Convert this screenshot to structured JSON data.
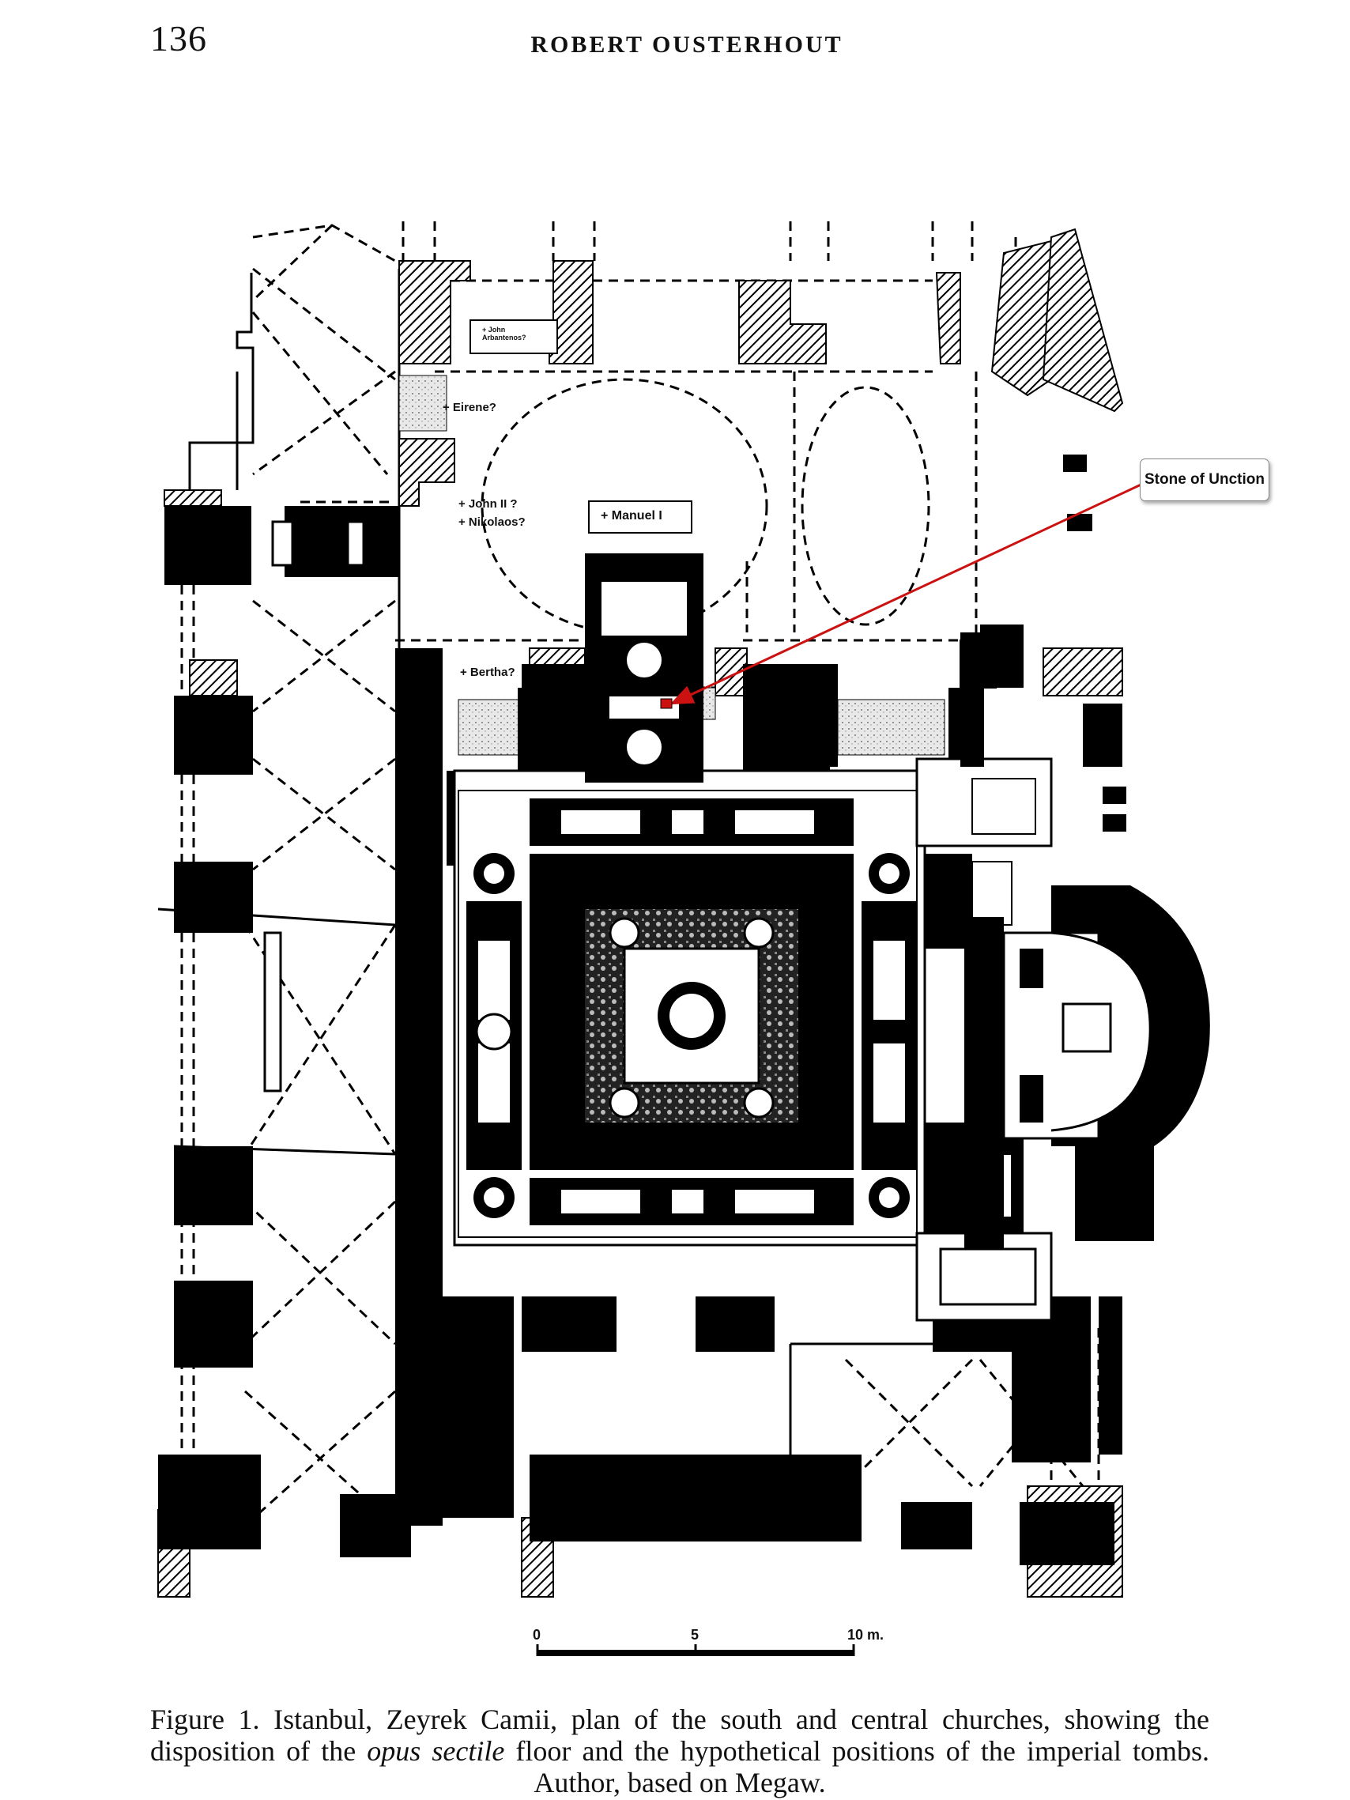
{
  "header": {
    "page_number": "136",
    "running_head": "ROBERT OUSTERHOUT"
  },
  "plan": {
    "labels": {
      "john_arbantenos": [
        "+ John",
        "Arbantenos?"
      ],
      "eirene": "+ Eirene?",
      "john_ii": "+ John II ?",
      "nikolaos": "+ Nikolaos?",
      "manuel_i": "+ Manuel I",
      "bertha": "+ Bertha?"
    },
    "callout": "Stone of Unction",
    "callout_color": "#cc1111",
    "scale": {
      "zero": "0",
      "five": "5",
      "ten": "10 m."
    }
  },
  "caption": {
    "part1": "Figure 1. Istanbul, Zeyrek Camii, plan of the south and central churches, showing the disposition of the ",
    "italic": "opus sectile",
    "part2": " floor and the hypothetical positions of the imperial tombs. Author, based on Megaw."
  }
}
